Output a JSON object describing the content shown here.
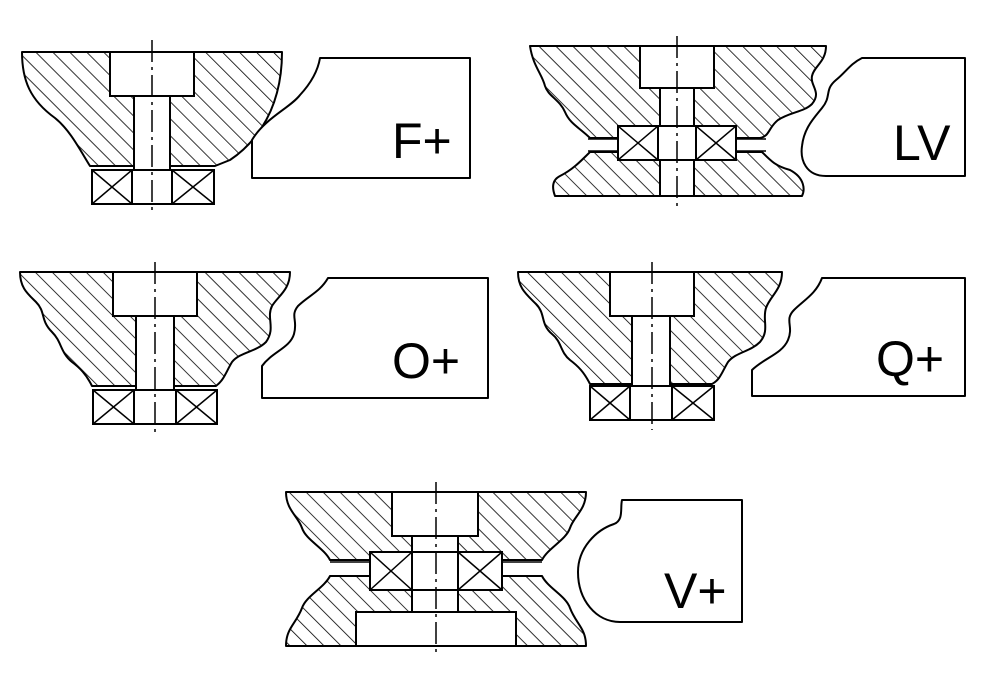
{
  "profiles": [
    {
      "code": "F+"
    },
    {
      "code": "LV"
    },
    {
      "code": "O+"
    },
    {
      "code": "Q+"
    },
    {
      "code": "V+"
    }
  ]
}
